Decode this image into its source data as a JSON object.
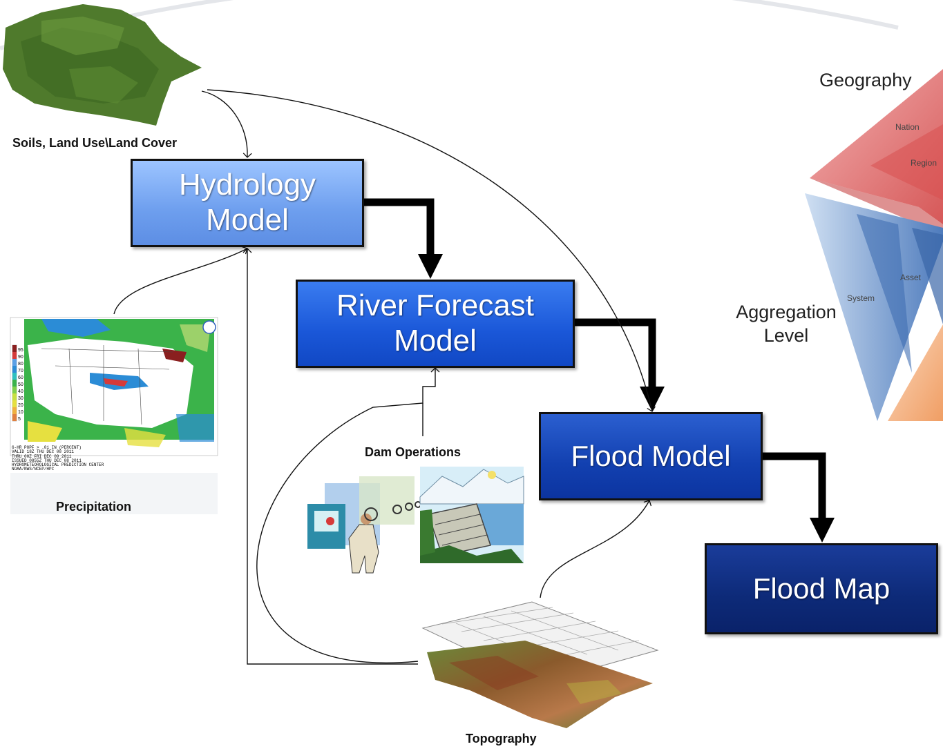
{
  "boxes": {
    "hydrology": "Hydrology\nModel",
    "river_forecast": "River Forecast\nModel",
    "flood_model": "Flood Model",
    "flood_map": "Flood Map"
  },
  "labels": {
    "soils": "Soils, Land Use\\Land Cover",
    "precipitation": "Precipitation",
    "dam_operations": "Dam Operations",
    "topography": "Topography",
    "geography": "Geography",
    "aggregation_level": "Aggregation\nLevel"
  },
  "pyramid": {
    "nation": "Nation",
    "region": "Region",
    "system": "System",
    "asset": "Asset"
  },
  "precip_map": {
    "legend_values": [
      "95",
      "90",
      "80",
      "70",
      "60",
      "50",
      "40",
      "30",
      "20",
      "10",
      "5"
    ],
    "footer": "6-HR POPF > .01 IN (PERCENT)\nVALID 18Z THU DEC 08 2011\nTHRU 00Z FRI DEC 09 2011\nISSUED 0855Z THU DEC 08 2011\nHYDROMETEOROLOGICAL PREDICTION CENTER\nNOAA/NWS/NCEP/HPC"
  },
  "colors": {
    "hydrology_box": "#7aa8f4",
    "river_box": "#1f5fe0",
    "flood_box": "#1442b8",
    "flood_map_box": "#0e2c80",
    "pyramid_red": "#e88a8a",
    "pyramid_blue": "#6e95c8",
    "pyramid_orange": "#f5b98a"
  },
  "icons": [
    "land-cover-image",
    "precipitation-map-image",
    "control-room-clipart",
    "dam-clipart",
    "terrain-surface-image",
    "classification-pyramid"
  ]
}
